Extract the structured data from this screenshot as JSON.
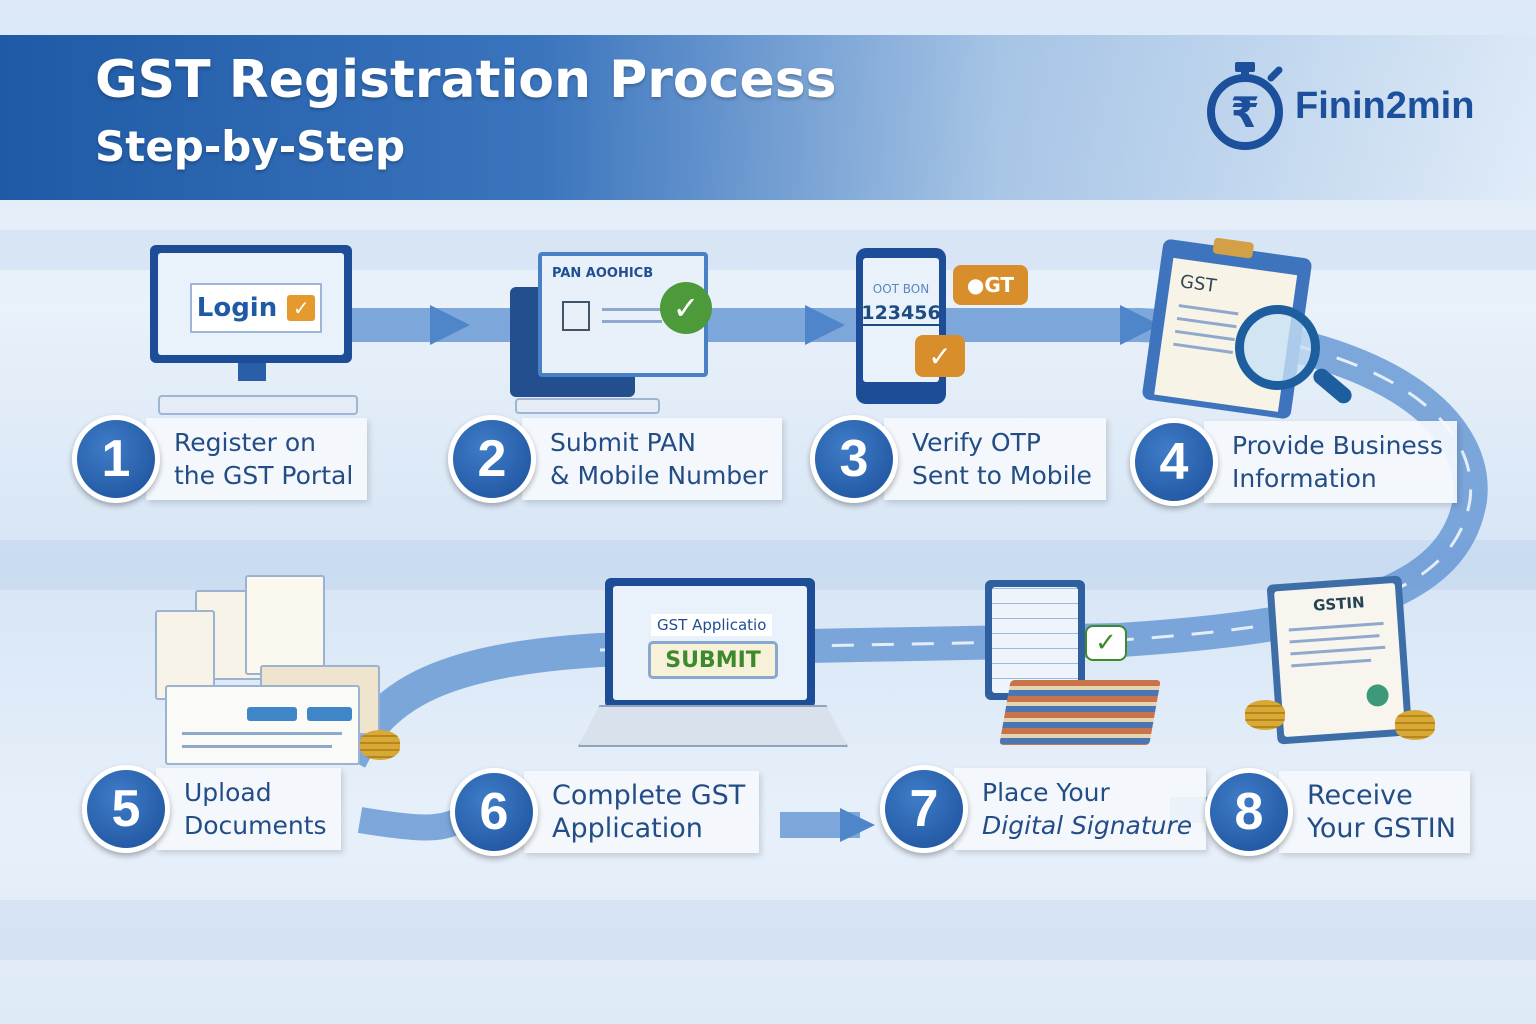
{
  "header": {
    "title": "GST Registration Process",
    "subtitle": "Step-by-Step"
  },
  "logo": {
    "name": "Finin2min",
    "icon": "rupee-stopwatch-icon",
    "symbol": "₹"
  },
  "colors": {
    "primary": "#1f5aa6",
    "dark": "#1b4f99",
    "road": "#4f86c9",
    "check_green": "#4c9a3a",
    "check_orange": "#d88e2b"
  },
  "illustrations": {
    "login_button": "Login",
    "pan_form_title": "PAN AOOHICB",
    "otp_title": "OOT BON",
    "otp_code": "123456",
    "sms_bubble": "GT",
    "clipboard_title": "GST",
    "application_title": "GST Applicatio",
    "submit_button": "SUBMIT",
    "certificate_title": "GSTIN"
  },
  "steps": [
    {
      "number": "1",
      "lines": [
        "Register on",
        "the GST Portal"
      ]
    },
    {
      "number": "2",
      "lines": [
        "Submit PAN",
        "& Mobile Number"
      ]
    },
    {
      "number": "3",
      "lines": [
        "Verify OTP",
        "Sent to Mobile"
      ]
    },
    {
      "number": "4",
      "lines": [
        "Provide Business",
        "Information"
      ]
    },
    {
      "number": "5",
      "lines": [
        "Upload",
        "Documents"
      ]
    },
    {
      "number": "6",
      "lines": [
        "Complete GST",
        "Application"
      ]
    },
    {
      "number": "7",
      "lines": [
        "Place Your",
        "Digital Signature"
      ]
    },
    {
      "number": "8",
      "lines": [
        "Receive",
        "Your GSTIN"
      ]
    }
  ]
}
